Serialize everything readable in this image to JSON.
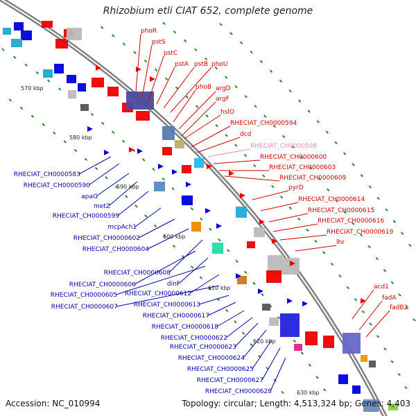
{
  "title": "Rhizobium etli CIAT 652, complete genome",
  "footer": {
    "accession": "Accession: NC_010994",
    "topology": "Topology: circular; Length: 4,513,324 bp; Genes: 4,403"
  },
  "colors": {
    "forward_label": "#cc0000",
    "reverse_label": "#0000aa",
    "highlight_label": "#ee88bb",
    "backbone": "#808080",
    "tick_dot": "#228822"
  },
  "scale_ticks": [
    "570 kbp",
    "580 kbp",
    "590 kbp",
    "600 kbp",
    "610 kbp",
    "620 kbp",
    "630 kbp"
  ],
  "forward_genes": [
    "phoR",
    "pstS",
    "pstC",
    "pstA",
    "pstB",
    "phoU",
    "phoB",
    "argD",
    "argF",
    "hslO",
    "RHECIAT_CH0000594",
    "dcd",
    "RHECIAT_CH0000598",
    "RHECIAT_CH0000600",
    "RHECIAT_CH0000603",
    "RHECIAT_CH0000609",
    "pyrD",
    "RHECIAT_CH0000614",
    "RHECIAT_CH0000615",
    "RHECIAT_CH0000616",
    "RHECIAT_CH0000619",
    "lhr",
    "acd1",
    "fadA",
    "fadB2"
  ],
  "reverse_genes": [
    "RHECIAT_CH0000583",
    "RHECIAT_CH0000590",
    "apaG",
    "metZ",
    "RHECIAT_CH0000599",
    "mcpAch1",
    "RHECIAT_CH0000602",
    "RHECIAT_CH0000604",
    "RHECIAT_CH0000608",
    "RHECIAT_CH0000606",
    "dinF",
    "RHECIAT_CH0000605",
    "RHECIAT_CH0000612",
    "RHECIAT_CH0000607",
    "RHECIAT_CH0000613",
    "RHECIAT_CH0000617",
    "RHECIAT_CH0000618",
    "RHECIAT_CH0000622",
    "RHECIAT_CH0000623",
    "RHECIAT_CH0000624",
    "RHECIAT_CH0000625",
    "RHECIAT_CH0000627",
    "RHECIAT_CH0000628"
  ]
}
